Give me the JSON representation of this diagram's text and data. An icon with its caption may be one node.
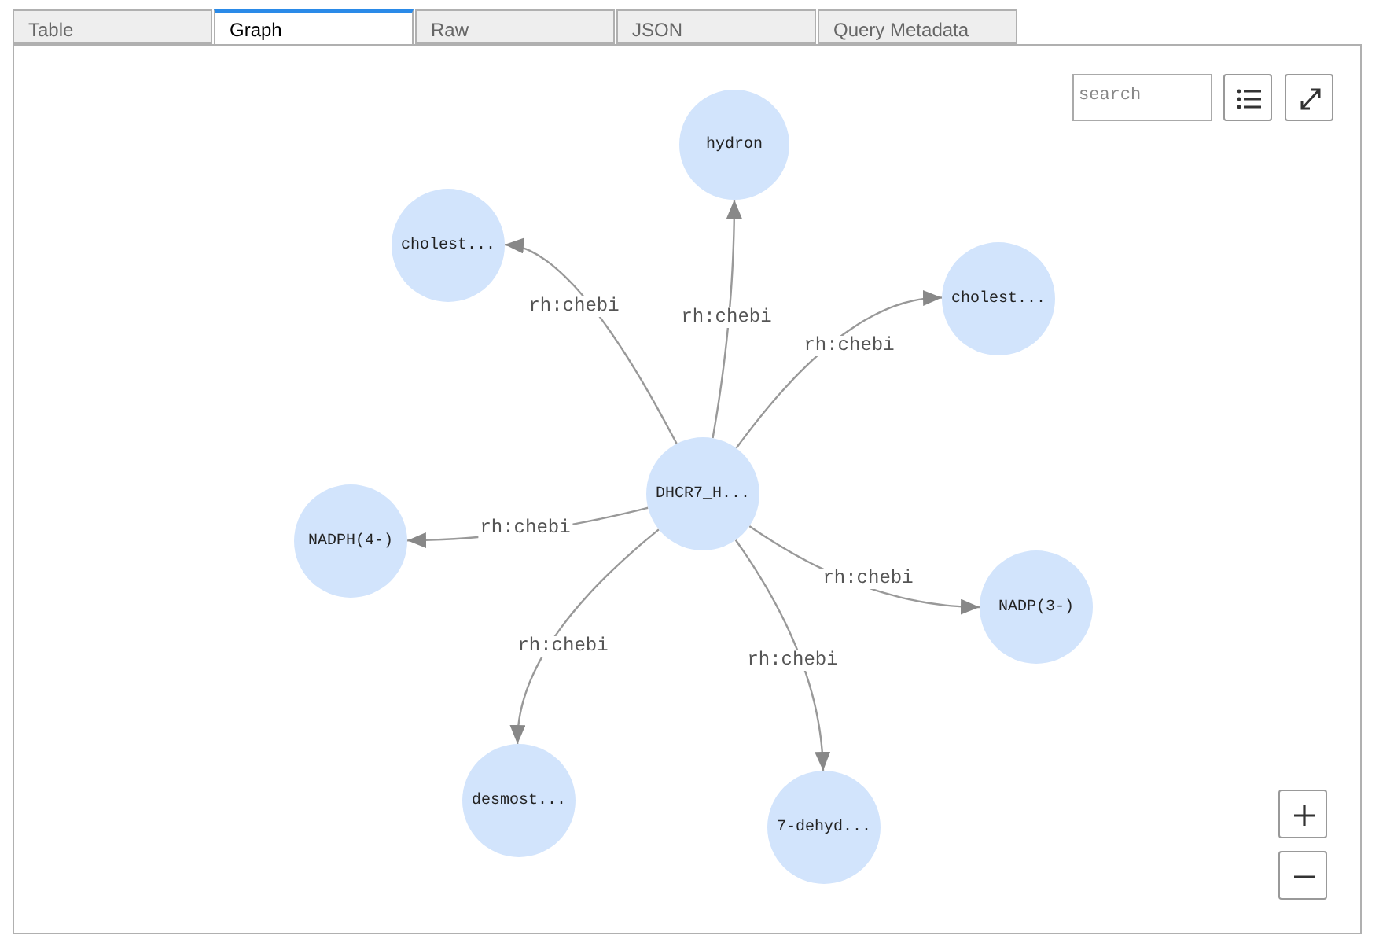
{
  "diagram": {
    "nodes": [
      {
        "text": [
          "hydron"
        ]
      },
      {
        "text": [
          "cholest..."
        ]
      },
      {
        "text": [
          "cholest..."
        ]
      },
      {
        "text": [
          "DHCR7_H..."
        ]
      },
      {
        "text": [
          "NADPH(4-)"
        ]
      },
      {
        "text": [
          "NADP(3-)"
        ]
      },
      {
        "text": [
          "desmost..."
        ]
      },
      {
        "text": [
          "7-dehyd..."
        ]
      }
    ],
    "edges": [
      {
        "from": 3,
        "to": 1,
        "arrow": "to",
        "label": "rh:chebi"
      },
      {
        "from": 3,
        "to": 0,
        "arrow": "to",
        "label": "rh:chebi"
      },
      {
        "from": 3,
        "to": 2,
        "arrow": "to",
        "label": "rh:chebi"
      },
      {
        "from": 3,
        "to": 4,
        "arrow": "to",
        "label": "rh:chebi"
      },
      {
        "from": 3,
        "to": 5,
        "arrow": "to",
        "label": "rh:chebi"
      },
      {
        "from": 3,
        "to": 6,
        "arrow": "to",
        "label": "rh:chebi"
      },
      {
        "from": 3,
        "to": 7,
        "arrow": "to",
        "label": "rh:chebi"
      }
    ],
    "labels": [
      "Table",
      "Graph",
      "Raw",
      "JSON",
      "Query Metadata",
      "search"
    ]
  }
}
